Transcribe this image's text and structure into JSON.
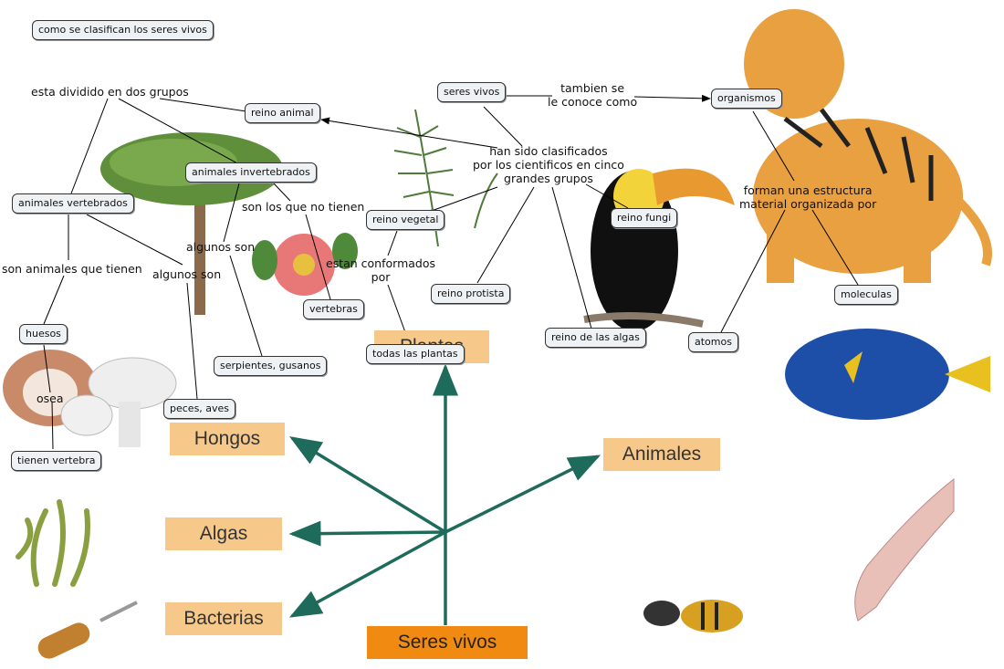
{
  "concepts": {
    "title": "como se clasifican los seres vivos",
    "reino_animal": "reino animal",
    "animales_invertebrados": "animales invertebrados",
    "animales_vertebrados": "animales vertebrados",
    "huesos": "huesos",
    "tienen_vertebra": "tienen vertebra",
    "vertebras": "vertebras",
    "serpientes_gusanos": "serpientes, gusanos",
    "peces_aves": "peces, aves",
    "seres_vivos": "seres vivos",
    "organismos": "organismos",
    "reino_vegetal": "reino vegetal",
    "todas_las_plantas": "todas las plantas",
    "reino_protista": "reino protista",
    "reino_fungi": "reino fungi",
    "reino_de_las_algas": "reino de las algas",
    "atomos": "atomos",
    "moleculas": "moleculas"
  },
  "links": {
    "esta_dividido": "esta dividido en dos grupos",
    "son_animales": "son animales que tienen",
    "osea": "osea",
    "son_los_que": "son los que no tienen",
    "algunos_son_1": "algunos son",
    "algunos_son_2": "algunos son",
    "tambien": "tambien se\nle conoce como",
    "clasificados": "han sido clasificados\npor los cientificos en cinco\ngrandes grupos",
    "estan_conformados": "estan conformados\npor",
    "forman": "forman una estructura\nmaterial organizada por"
  },
  "figure": {
    "center": "Seres vivos",
    "plantas": "Plantas",
    "hongos": "Hongos",
    "algas": "Algas",
    "bacterias": "Bacterias",
    "animales": "Animales"
  },
  "colors": {
    "tag_light": "#f6c98a",
    "tag_root": "#f08a10",
    "figure_lines": "#1e6b5c",
    "node_fill": "#eef2f5"
  }
}
